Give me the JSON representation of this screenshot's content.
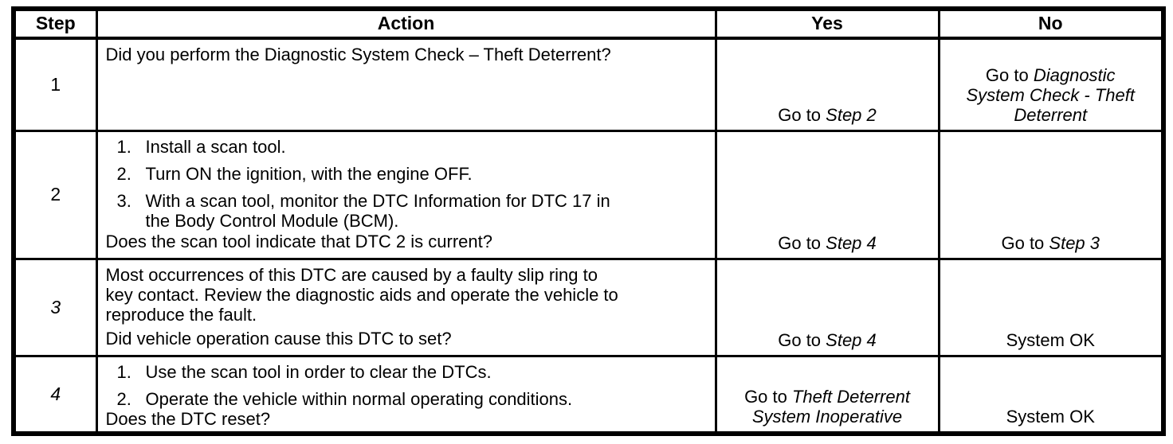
{
  "table": {
    "headers": {
      "step": "Step",
      "action": "Action",
      "yes": "Yes",
      "no": "No"
    },
    "rows": [
      {
        "step": "1",
        "paragraph": "Did you perform the Diagnostic System Check – Theft Deterrent?",
        "yes": {
          "prefix": "Go to ",
          "italic": "Step 2"
        },
        "no": {
          "prefix": "Go to ",
          "italic": "Diagnostic\nSystem Check - Theft\nDeterrent"
        }
      },
      {
        "step": "2",
        "items": [
          {
            "num": "1.",
            "text": "Install a scan tool."
          },
          {
            "num": "2.",
            "text": "Turn ON the ignition, with the engine OFF."
          },
          {
            "num": "3.",
            "text": "With a scan tool, monitor the DTC Information for DTC 17 in\nthe Body Control Module (BCM)."
          }
        ],
        "question": "Does the scan tool indicate that DTC 2 is current?",
        "yes": {
          "prefix": "Go to ",
          "italic": "Step 4"
        },
        "no": {
          "prefix": "Go to ",
          "italic": "Step 3"
        }
      },
      {
        "step": "3",
        "paragraph": "Most occurrences of this DTC are caused by a faulty slip ring to\nkey contact. Review the diagnostic aids and operate the vehicle to\nreproduce the fault.",
        "question": "Did vehicle operation cause this DTC to set?",
        "yes": {
          "prefix": "Go to ",
          "italic": "Step 4"
        },
        "no": {
          "text": "System OK"
        }
      },
      {
        "step": "4",
        "items": [
          {
            "num": "1.",
            "text": "Use the scan tool in order to clear the DTCs."
          },
          {
            "num": "2.",
            "text": "Operate the vehicle within normal operating conditions."
          }
        ],
        "question": "Does the DTC reset?",
        "yes": {
          "prefix": "Go to ",
          "italic": "Theft Deterrent\nSystem Inoperative"
        },
        "no": {
          "text": "System OK"
        }
      }
    ]
  }
}
